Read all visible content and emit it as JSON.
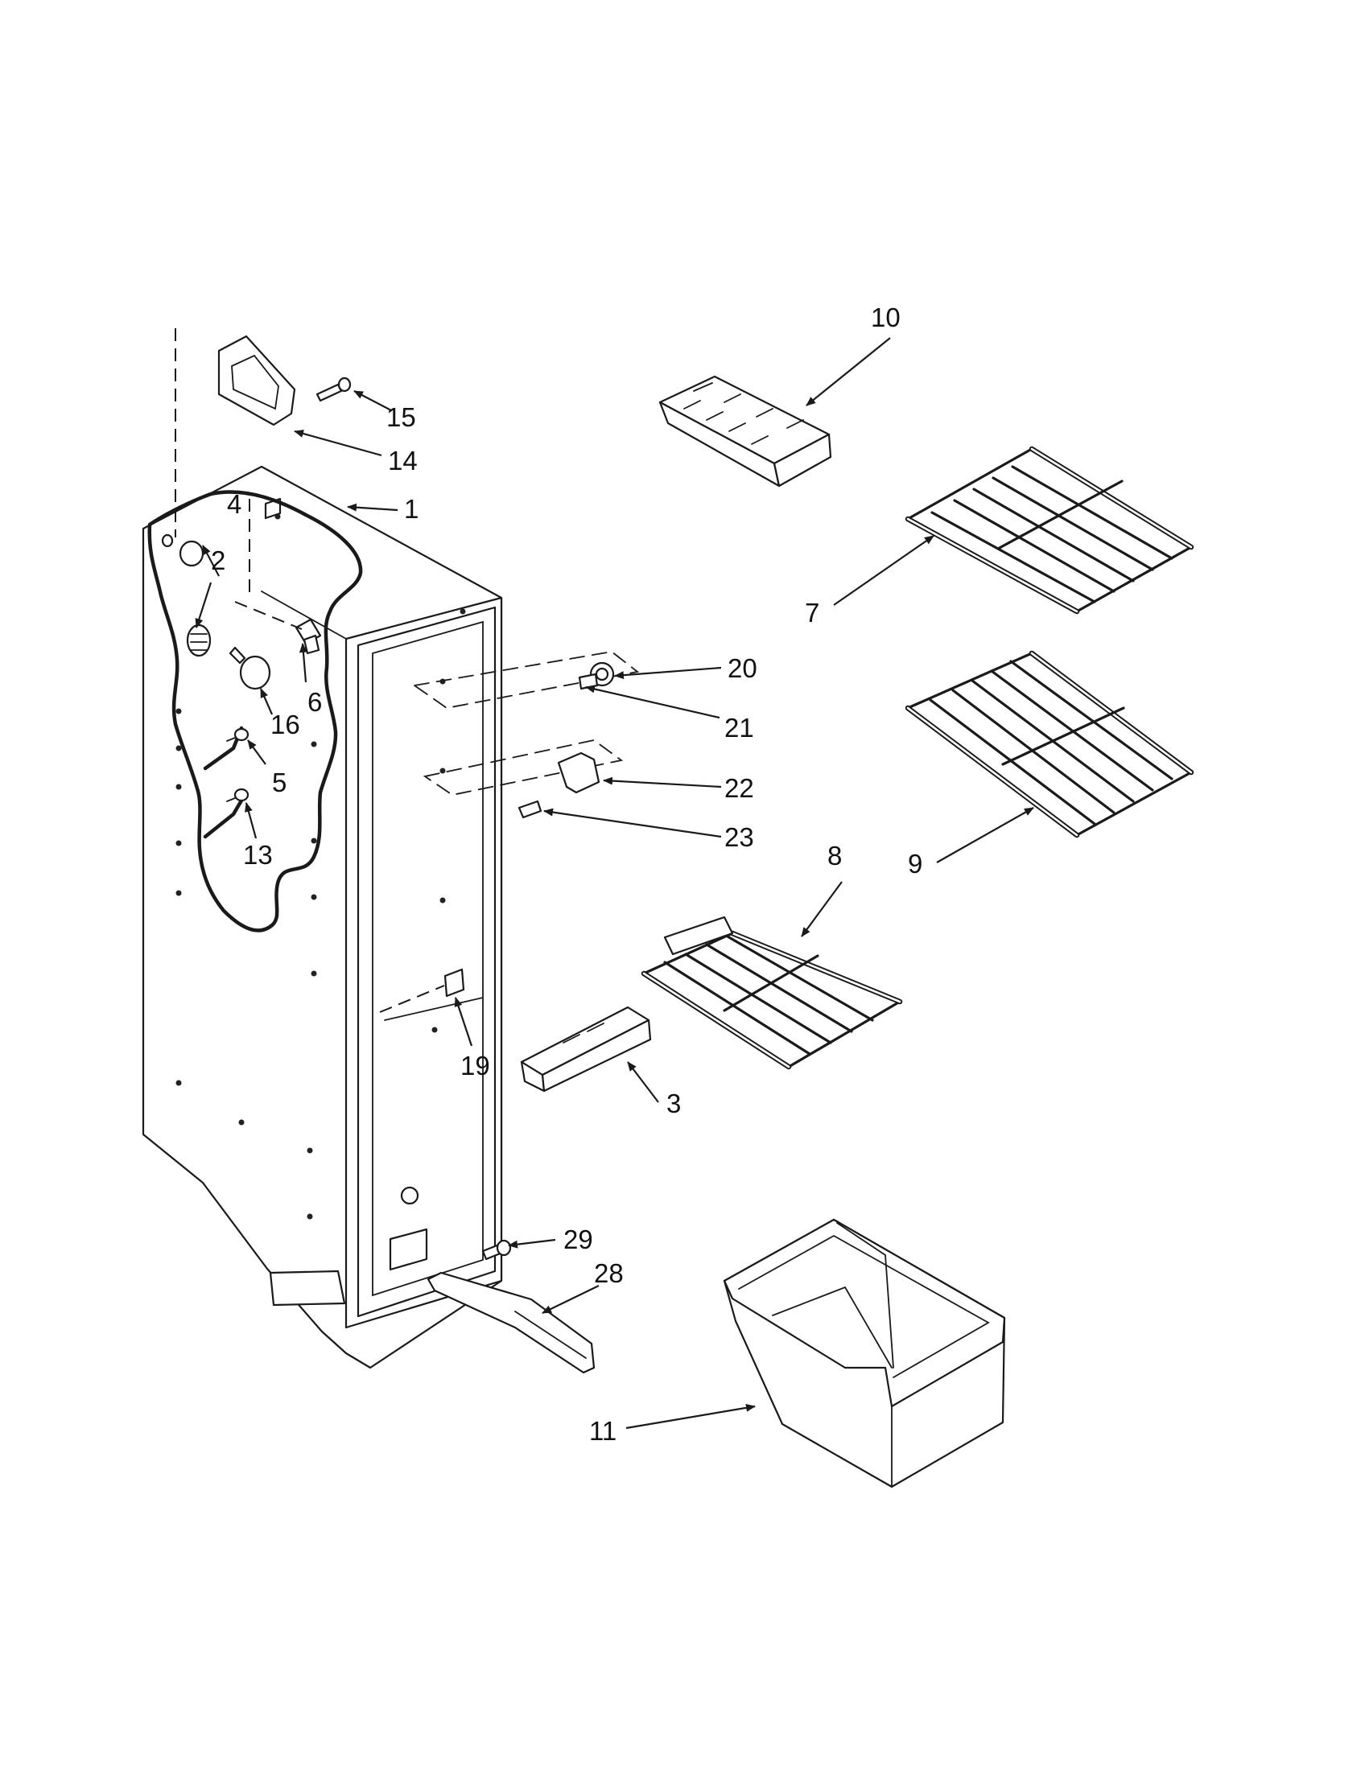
{
  "callouts": [
    {
      "id": "p1",
      "label": "1"
    },
    {
      "id": "p2",
      "label": "2"
    },
    {
      "id": "p3",
      "label": "3"
    },
    {
      "id": "p4",
      "label": "4"
    },
    {
      "id": "p5",
      "label": "5"
    },
    {
      "id": "p6",
      "label": "6"
    },
    {
      "id": "p7",
      "label": "7"
    },
    {
      "id": "p8",
      "label": "8"
    },
    {
      "id": "p9",
      "label": "9"
    },
    {
      "id": "p10",
      "label": "10"
    },
    {
      "id": "p11",
      "label": "11"
    },
    {
      "id": "p13",
      "label": "13"
    },
    {
      "id": "p14",
      "label": "14"
    },
    {
      "id": "p15",
      "label": "15"
    },
    {
      "id": "p16",
      "label": "16"
    },
    {
      "id": "p19",
      "label": "19"
    },
    {
      "id": "p20",
      "label": "20"
    },
    {
      "id": "p21",
      "label": "21"
    },
    {
      "id": "p22",
      "label": "22"
    },
    {
      "id": "p23",
      "label": "23"
    },
    {
      "id": "p28",
      "label": "28"
    },
    {
      "id": "p29",
      "label": "29"
    }
  ]
}
